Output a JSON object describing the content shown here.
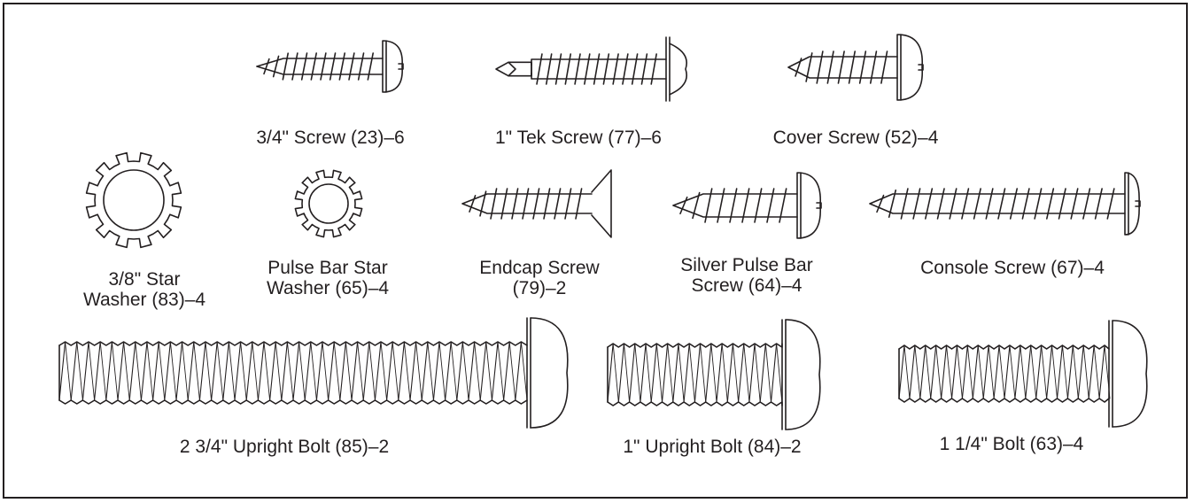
{
  "parts": [
    {
      "id": "screw-3-4",
      "lines": [
        "3/4\" Screw (23)–6"
      ]
    },
    {
      "id": "tek-screw-1",
      "lines": [
        "1\" Tek Screw (77)–6"
      ]
    },
    {
      "id": "cover-screw",
      "lines": [
        "Cover Screw (52)–4"
      ]
    },
    {
      "id": "star-washer-3-8",
      "lines": [
        "3/8\" Star",
        "Washer (83)–4"
      ]
    },
    {
      "id": "pulse-bar-star-washer",
      "lines": [
        "Pulse Bar Star",
        "Washer (65)–4"
      ]
    },
    {
      "id": "endcap-screw",
      "lines": [
        "Endcap Screw",
        "(79)–2"
      ]
    },
    {
      "id": "silver-pulse-bar-screw",
      "lines": [
        "Silver Pulse Bar",
        "Screw (64)–4"
      ]
    },
    {
      "id": "console-screw",
      "lines": [
        "Console Screw (67)–4"
      ]
    },
    {
      "id": "upright-bolt-2-3-4",
      "lines": [
        "2 3/4\" Upright Bolt (85)–2"
      ]
    },
    {
      "id": "upright-bolt-1",
      "lines": [
        "1\" Upright Bolt (84)–2"
      ]
    },
    {
      "id": "bolt-1-1-4",
      "lines": [
        "1 1/4\" Bolt (63)–4"
      ]
    }
  ],
  "colors": {
    "ink": "#231f20",
    "background": "#ffffff"
  }
}
